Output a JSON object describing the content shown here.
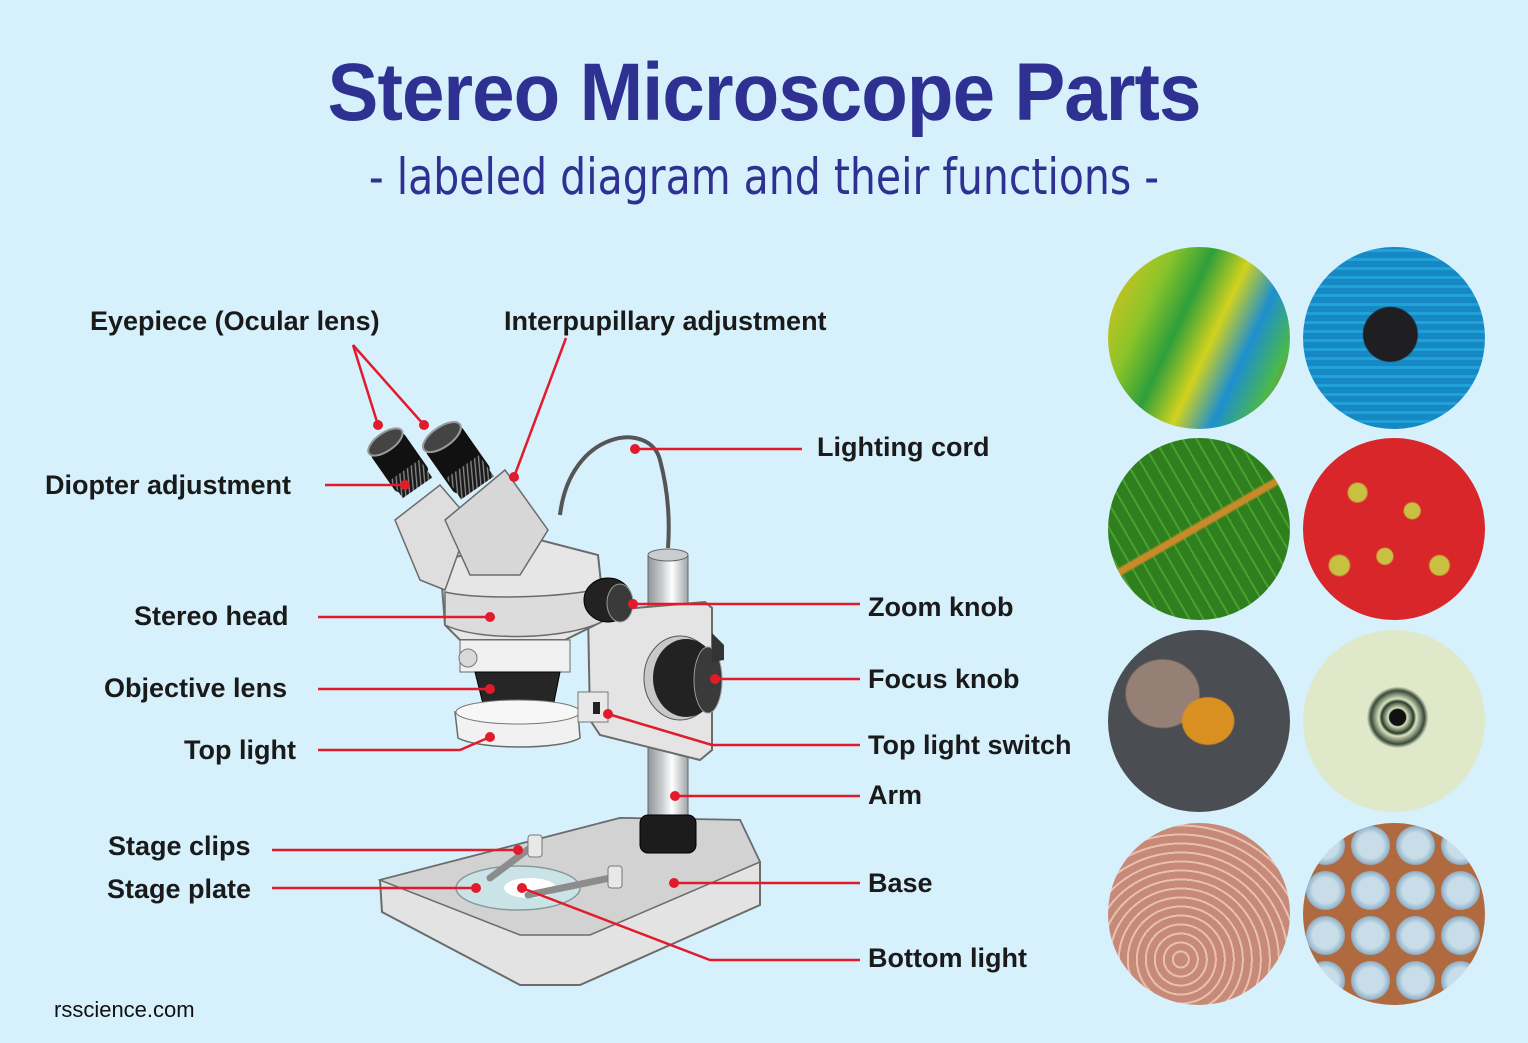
{
  "header": {
    "title": "Stereo Microscope Parts",
    "subtitle": "- labeled diagram and their functions -"
  },
  "colors": {
    "background": "#d6f1fc",
    "title": "#2e3192",
    "leader_line": "#e21b2c",
    "label_text": "#1a1a1a"
  },
  "labels": {
    "eyepiece": "Eyepiece (Ocular lens)",
    "interpupillary": "Interpupillary adjustment",
    "diopter": "Diopter adjustment",
    "lighting_cord": "Lighting cord",
    "stereo_head": "Stereo head",
    "zoom_knob": "Zoom knob",
    "objective_lens": "Objective lens",
    "focus_knob": "Focus knob",
    "top_light": "Top light",
    "top_light_switch": "Top light switch",
    "arm": "Arm",
    "stage_clips": "Stage clips",
    "stage_plate": "Stage plate",
    "base": "Base",
    "bottom_light": "Bottom light"
  },
  "samples": [
    {
      "name": "parrot-feathers",
      "alt": "Colorful parrot feathers"
    },
    {
      "name": "circuit-board",
      "alt": "Circuit board chip"
    },
    {
      "name": "leaf-veins",
      "alt": "Green leaf veins"
    },
    {
      "name": "strawberry-seeds",
      "alt": "Strawberry surface with seeds"
    },
    {
      "name": "wasp",
      "alt": "Wasp insect"
    },
    {
      "name": "banknote-eye",
      "alt": "Engraved eye on banknote"
    },
    {
      "name": "fingerprint",
      "alt": "Fingertip skin ridges"
    },
    {
      "name": "diamonds",
      "alt": "Pavé diamonds jewelry"
    }
  ],
  "footer": {
    "credit": "rsscience.com"
  }
}
